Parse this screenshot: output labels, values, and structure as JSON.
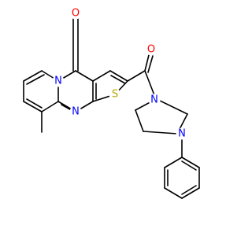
{
  "colors": {
    "background": "#ffffff",
    "bond": "#000000",
    "oxygen": "#ff0000",
    "nitrogen": "#0000ff",
    "sulfur": "#b2a800"
  },
  "atom_labels": {
    "ketone_oxygen": "O",
    "amide_oxygen": "O",
    "pyridine_nitrogen": "N",
    "pyrimidine_nitrogen": "N",
    "thiophene_sulfur": "S",
    "piperazine_nitrogen_top": "N",
    "piperazine_nitrogen_bottom": "N"
  }
}
